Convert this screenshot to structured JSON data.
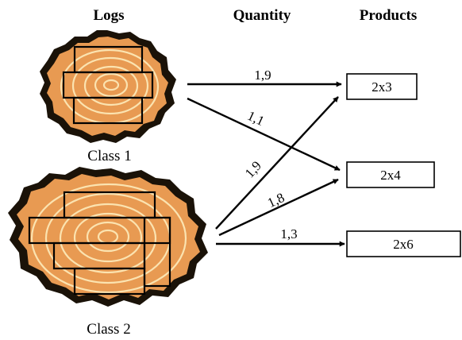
{
  "headers": {
    "logs": "Logs",
    "quantity": "Quantity",
    "products": "Products"
  },
  "logs": [
    {
      "label": "Class 1"
    },
    {
      "label": "Class 2"
    }
  ],
  "products": [
    {
      "label": "2x3"
    },
    {
      "label": "2x4"
    },
    {
      "label": "2x6"
    }
  ],
  "flows": [
    {
      "from": "Class 1",
      "to": "2x3",
      "quantity": "1,9"
    },
    {
      "from": "Class 1",
      "to": "2x4",
      "quantity": "1,1"
    },
    {
      "from": "Class 2",
      "to": "2x3",
      "quantity": "1,9"
    },
    {
      "from": "Class 2",
      "to": "2x4",
      "quantity": "1,8"
    },
    {
      "from": "Class 2",
      "to": "2x6",
      "quantity": "1,3"
    }
  ]
}
